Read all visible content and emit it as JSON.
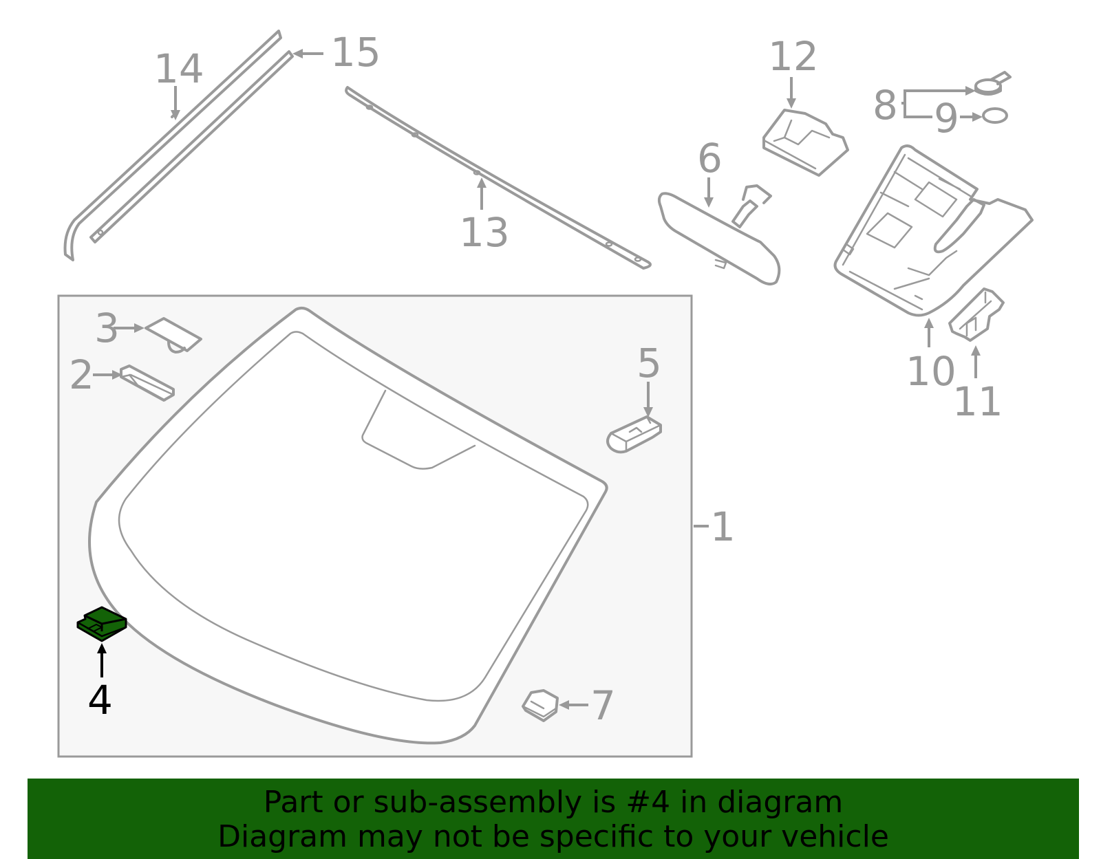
{
  "diagram": {
    "highlighted_part": "4",
    "callouts": {
      "c1": "1",
      "c2": "2",
      "c3": "3",
      "c4": "4",
      "c5": "5",
      "c6": "6",
      "c7": "7",
      "c8": "8",
      "c9": "9",
      "c10": "10",
      "c11": "11",
      "c12": "12",
      "c13": "13",
      "c14": "14",
      "c15": "15"
    },
    "colors": {
      "highlight": "#136207",
      "line": "#9a9a9a",
      "panel": "#f7f7f7"
    }
  },
  "banner": {
    "line1": "Part or sub-assembly is #4 in diagram",
    "line2": "Diagram may not be specific to your vehicle",
    "background": "#136207"
  }
}
